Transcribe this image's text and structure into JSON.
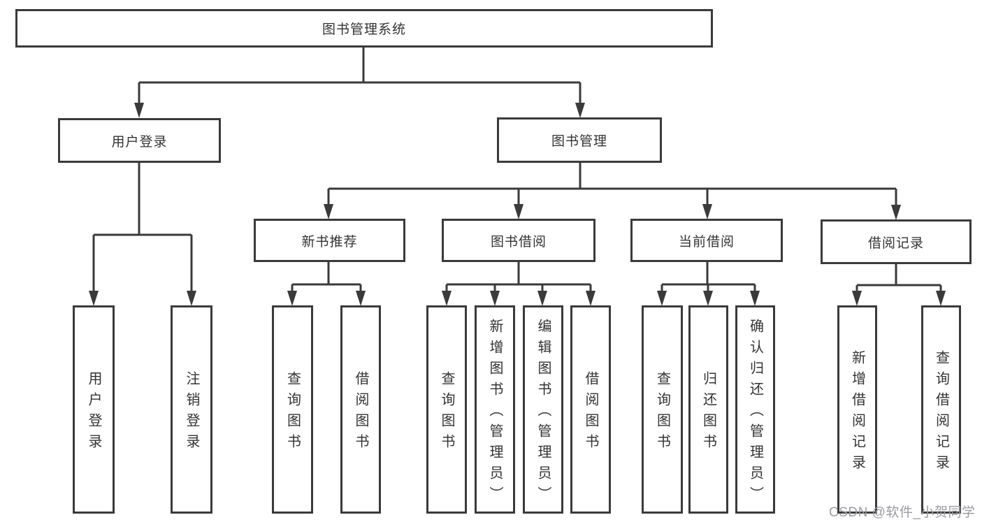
{
  "diagram": {
    "root": {
      "label": "图书管理系统"
    },
    "branches": [
      {
        "label": "用户登录",
        "children": [
          {
            "label": "用户登录"
          },
          {
            "label": "注销登录"
          }
        ]
      },
      {
        "label": "图书管理",
        "children": [
          {
            "label": "新书推荐",
            "children": [
              {
                "label": "查询图书"
              },
              {
                "label": "借阅图书"
              }
            ]
          },
          {
            "label": "图书借阅",
            "children": [
              {
                "label": "查询图书"
              },
              {
                "label": "新增图书（管理员）"
              },
              {
                "label": "编辑图书（管理员）"
              },
              {
                "label": "借阅图书"
              }
            ]
          },
          {
            "label": "当前借阅",
            "children": [
              {
                "label": "查询图书"
              },
              {
                "label": "归还图书"
              },
              {
                "label": "确认归还（管理员）"
              }
            ]
          },
          {
            "label": "借阅记录",
            "children": [
              {
                "label": "新增借阅记录"
              },
              {
                "label": "查询借阅记录"
              }
            ]
          }
        ]
      }
    ]
  },
  "watermark": {
    "text": "CSDN @软件_小贺同学",
    "color": "#9b9ba1"
  },
  "colors": {
    "background": "#ffffff",
    "border": "#3a3a3a",
    "line": "#3a3a3a",
    "text": "#333333"
  }
}
